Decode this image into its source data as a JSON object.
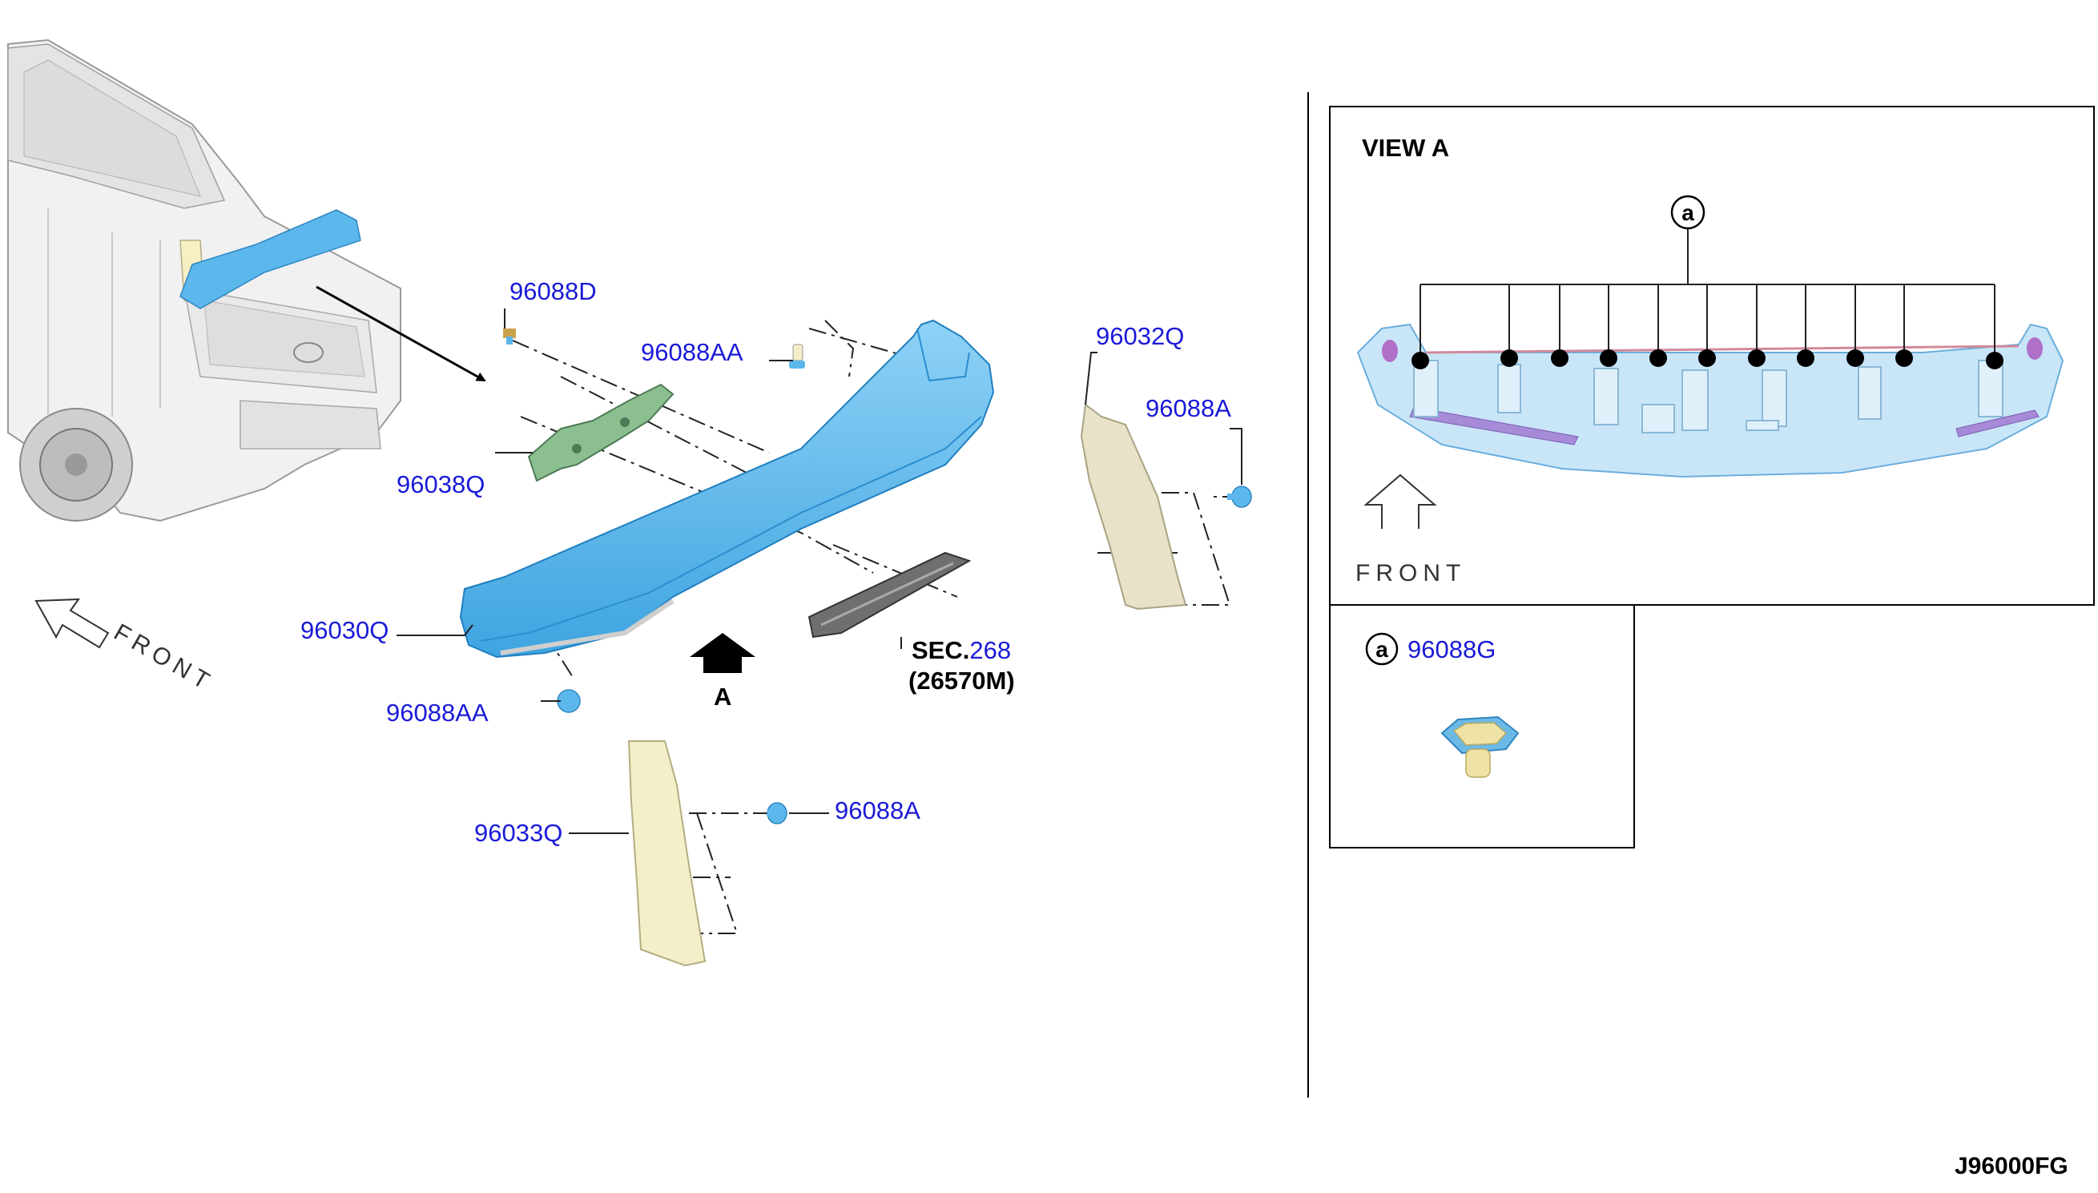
{
  "parts": {
    "p96088D": "96088D",
    "p96088AA_top": "96088AA",
    "p96038Q": "96038Q",
    "p96030Q": "96030Q",
    "p96088AA_bottom": "96088AA",
    "p96032Q": "96032Q",
    "p96088A_right": "96088A",
    "p96033Q": "96033Q",
    "p96088A_bottom": "96088A"
  },
  "section": {
    "prefix": "SEC.",
    "number": "268",
    "code": "(26570M)"
  },
  "view_arrow_label": "A",
  "front_label_left": "FRONT",
  "view_a": {
    "title": "VIEW A",
    "callout": "a",
    "front_label": "FRONT"
  },
  "clip_legend": {
    "callout": "a",
    "part": "96088G"
  },
  "figure_code": "J96000FG",
  "colors": {
    "spoiler": "#5cb8ec",
    "label": "#1a1ad8",
    "bracket": "#7fae86",
    "trim": "#e7e2c8"
  }
}
